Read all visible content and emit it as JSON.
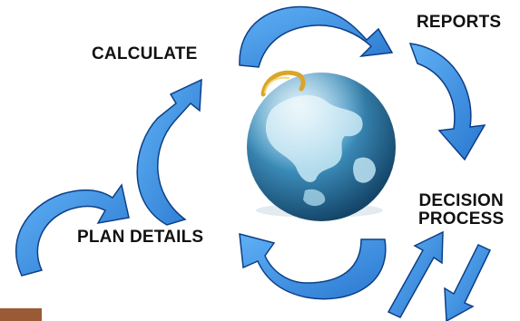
{
  "diagram": {
    "labels": {
      "calculate": "CALCULATE",
      "reports": "REPORTS",
      "plan_details": "PLAN DETAILS",
      "decision_line1": "DECISION",
      "decision_line2": "PROCESS"
    },
    "colors": {
      "arrow_fill": "#3a8fe0",
      "arrow_stroke": "#0d3f86",
      "globe_ocean": "#2f7ea8",
      "globe_land": "#bfe3f2",
      "ring_gold": "#d9a62a",
      "corner_tab": "#9b5a36"
    },
    "icons": [
      "globe-icon",
      "curved-arrow-icon",
      "straight-arrow-icon"
    ]
  }
}
